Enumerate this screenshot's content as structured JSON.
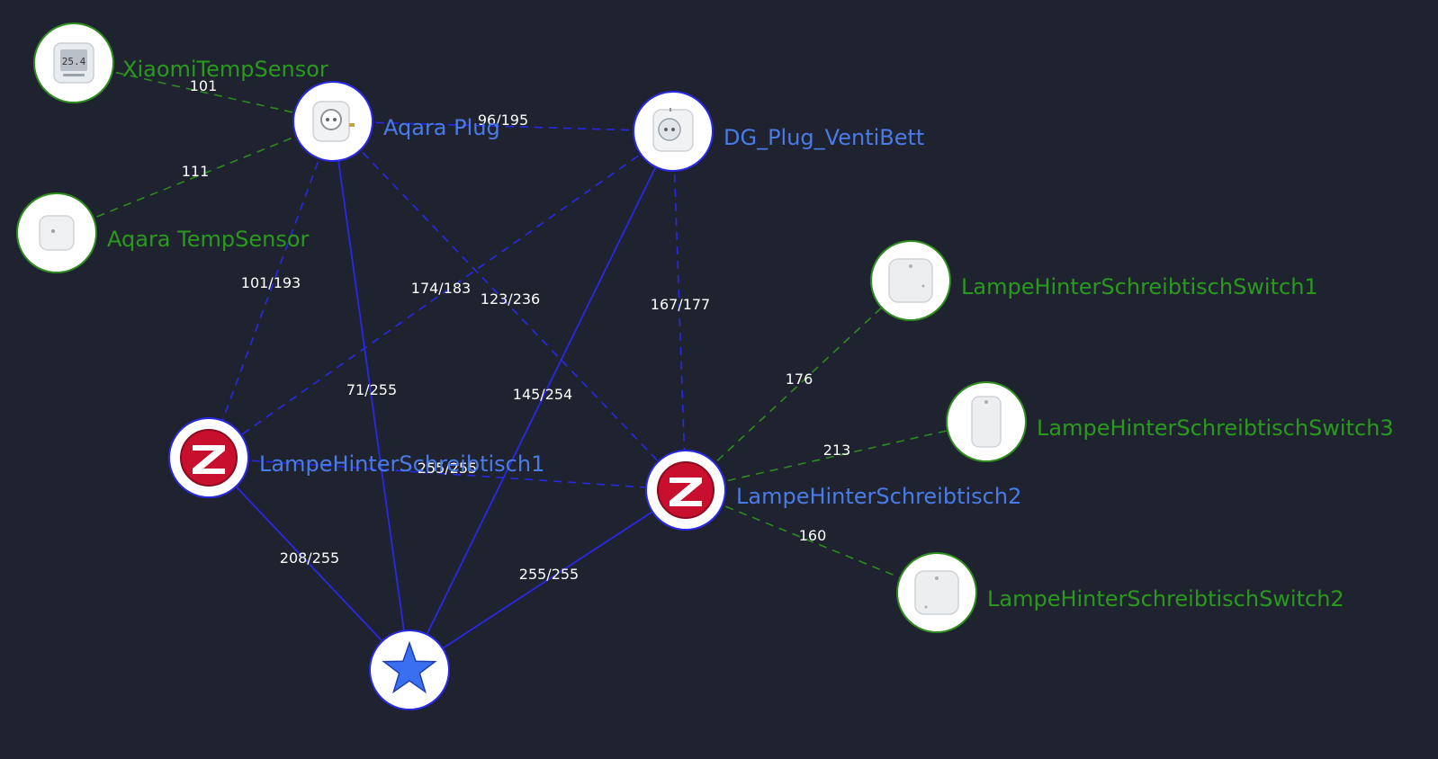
{
  "colors": {
    "background": "#1f2330",
    "router": "#2828e6",
    "end_device": "#2e8b1e",
    "router_label": "#4a7be8",
    "end_device_label": "#2a9a1c",
    "link_label": "#ffffff"
  },
  "nodes": {
    "xiaomi_temp": {
      "label": "XiaomiTempSensor",
      "icon": "thermometer-display-icon"
    },
    "aqara_plug": {
      "label": "Aqara Plug",
      "icon": "smart-plug-icon"
    },
    "dg_plug": {
      "label": "DG_Plug_VentiBett",
      "icon": "smart-plug-icon"
    },
    "aqara_temp": {
      "label": "Aqara TempSensor",
      "icon": "temp-sensor-icon"
    },
    "lampe1": {
      "label": "LampeHinterSchreibtisch1",
      "icon": "zigbee-logo-icon"
    },
    "lampe2": {
      "label": "LampeHinterSchreibtisch2",
      "icon": "zigbee-logo-icon"
    },
    "switch1": {
      "label": "LampeHinterSchreibtischSwitch1",
      "icon": "wall-switch-icon"
    },
    "switch2": {
      "label": "LampeHinterSchreibtischSwitch2",
      "icon": "wall-switch-icon"
    },
    "switch3": {
      "label": "LampeHinterSchreibtischSwitch3",
      "icon": "remote-switch-icon"
    },
    "coordinator": {
      "label": "",
      "icon": "star-icon"
    }
  },
  "links": {
    "xiaomi_aqaraplug": "101",
    "aqaratemp_aqaraplug": "111",
    "aqaraplug_dgplug": "96/195",
    "aqaraplug_lampe1": "101/193",
    "aqaraplug_coord": "71/255",
    "aqaraplug_lampe2": "123/236",
    "dgplug_lampe1": "174/183",
    "dgplug_coord": "145/254",
    "dgplug_lampe2": "167/177",
    "lampe1_lampe2": "255/255",
    "lampe1_coord": "208/255",
    "lampe2_coord": "255/255",
    "lampe2_switch1": "176",
    "lampe2_switch3": "213",
    "lampe2_switch2": "160"
  }
}
